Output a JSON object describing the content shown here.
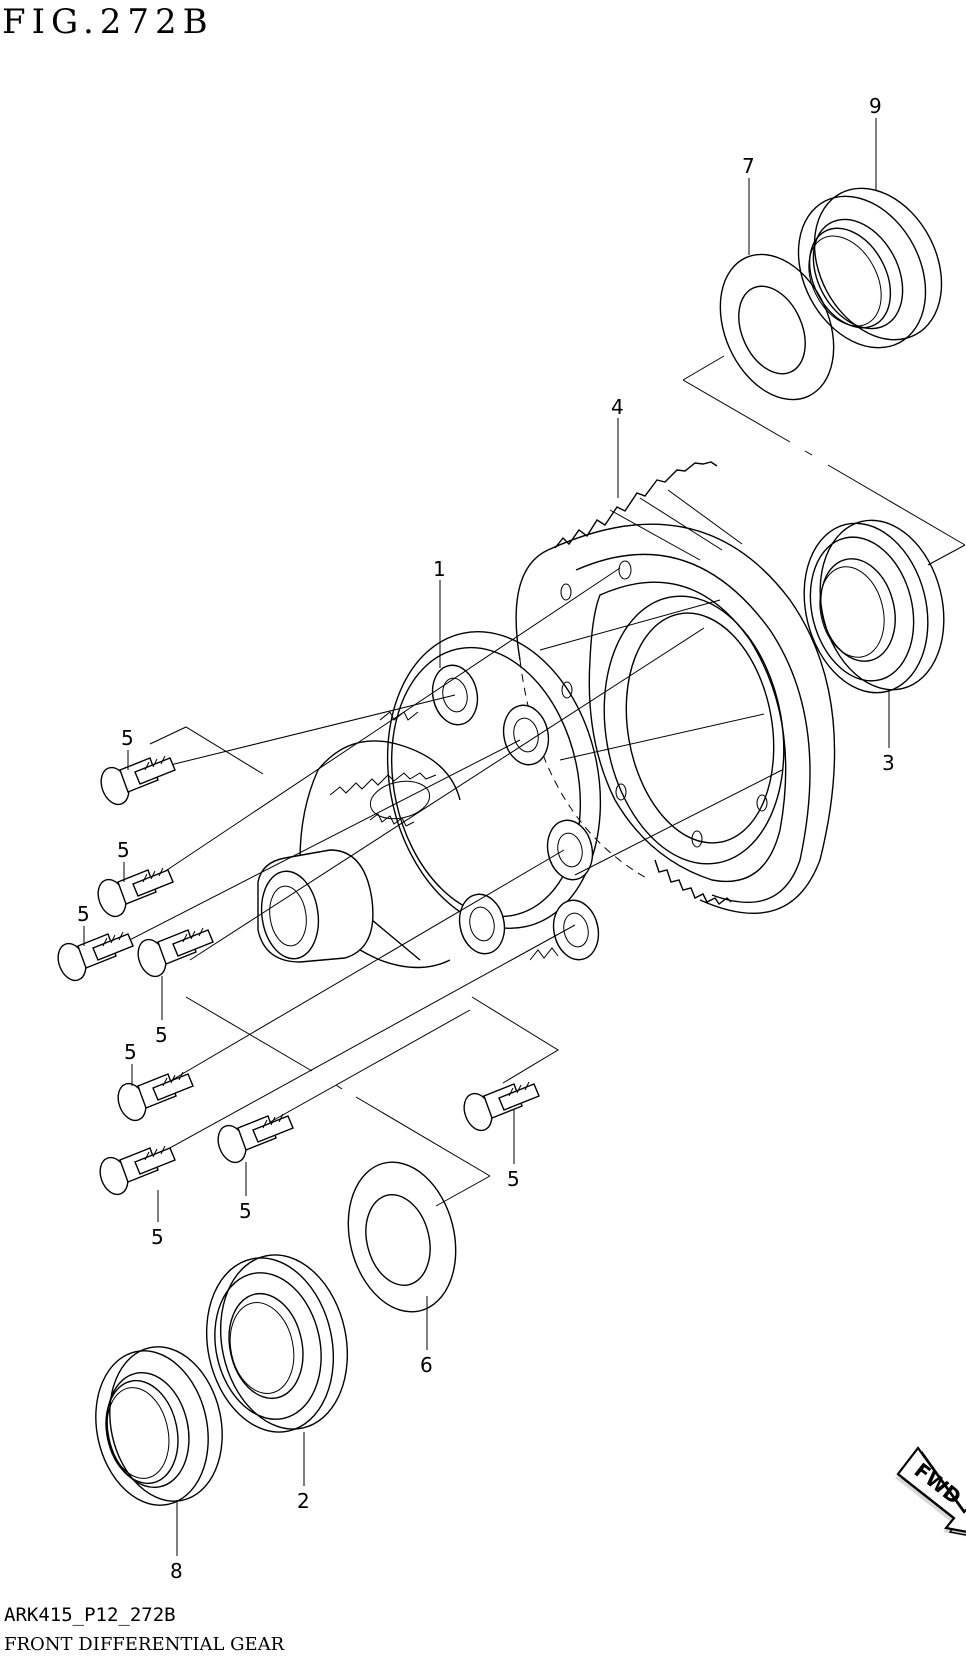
{
  "figure_title": "FIG.272B",
  "drawing_code": "ARK415_P12_272B",
  "caption": "FRONT DIFFERENTIAL GEAR",
  "direction_marker": "FWD",
  "callouts": {
    "c1": "1",
    "c2": "2",
    "c3": "3",
    "c4": "4",
    "c5a": "5",
    "c5b": "5",
    "c5c": "5",
    "c5d": "5",
    "c5e": "5",
    "c5f": "5",
    "c5g": "5",
    "c5h": "5",
    "c6": "6",
    "c7": "7",
    "c8": "8",
    "c9": "9"
  }
}
